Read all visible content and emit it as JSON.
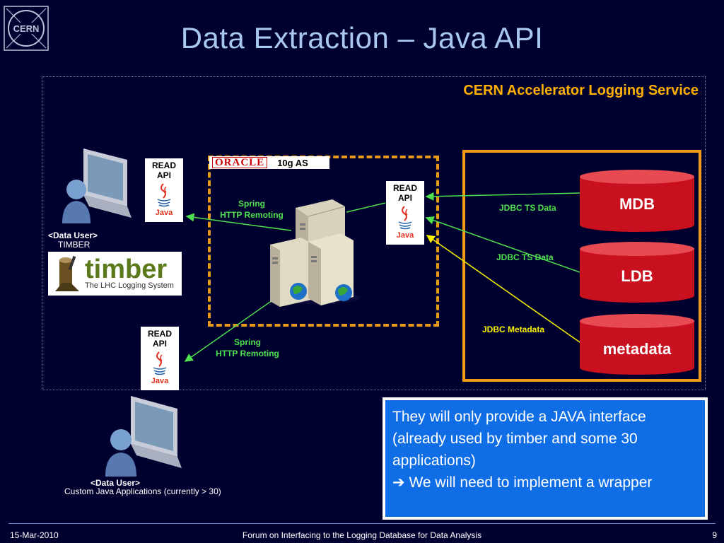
{
  "header": {
    "title": "Data Extraction – Java API",
    "logo_text": "CERN"
  },
  "service": {
    "title": "CERN Accelerator Logging Service"
  },
  "oracle": {
    "brand": "ORACLE",
    "version": "10g AS"
  },
  "api_cards": [
    {
      "label": "READ\nAPI",
      "logo": "Java"
    },
    {
      "label": "READ\nAPI",
      "logo": "Java"
    },
    {
      "label": "READ\nAPI",
      "logo": "Java"
    }
  ],
  "labels": {
    "spring_top_1": "Spring",
    "spring_top_2": "HTTP Remoting",
    "spring_bottom_1": "Spring",
    "spring_bottom_2": "HTTP Remoting",
    "jdbc_ts_1": "JDBC TS Data",
    "jdbc_ts_2": "JDBC TS Data",
    "jdbc_meta": "JDBC Metadata"
  },
  "databases": [
    {
      "name": "MDB"
    },
    {
      "name": "LDB"
    },
    {
      "name": "metadata"
    }
  ],
  "users": {
    "timber_user": "<Data User>",
    "timber_name": "TIMBER",
    "custom_user": "<Data User>",
    "custom_name": "Custom Java Applications (currently > 30)"
  },
  "timber_logo": {
    "word": "timber",
    "tagline": "The LHC Logging System"
  },
  "note": {
    "line1": "They will only provide a JAVA interface (already used by timber and some 30 applications)",
    "arrow": "➔",
    "line2": " We will need to implement a wrapper"
  },
  "footer": {
    "date": "15-Mar-2010",
    "center": "Forum on Interfacing to the Logging Database for Data Analysis",
    "page": "9"
  },
  "colors": {
    "background": "#00002e",
    "title": "#a9c8f0",
    "orange": "#f09a18",
    "green": "#4fe04f",
    "yellow": "#f8f000",
    "db_red": "#c8101e",
    "note_blue": "#0f6ee6"
  }
}
